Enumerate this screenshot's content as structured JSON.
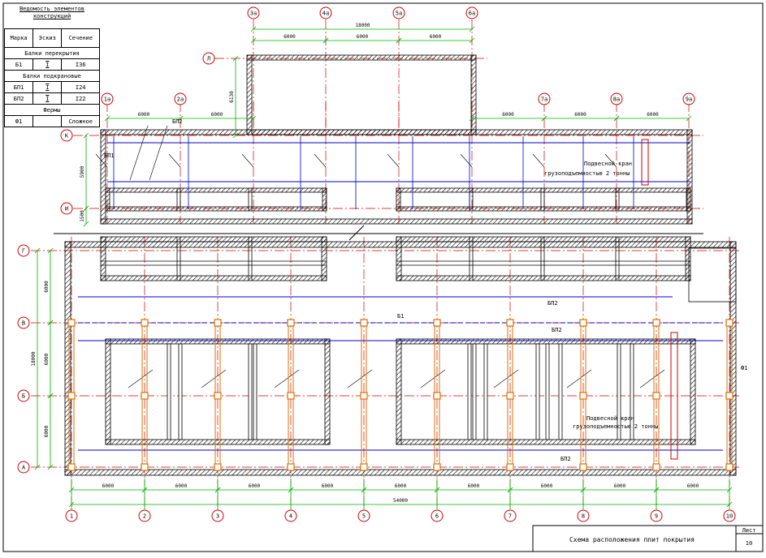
{
  "legend": {
    "title": "Ведомость элементов конструкций",
    "header": {
      "mark": "Марка",
      "sketch": "Эскиз",
      "section": "Сечение"
    },
    "groups": [
      {
        "title": "Балки перекрытия",
        "rows": [
          {
            "mark": "Б1",
            "sketch": "I",
            "section": "I36"
          }
        ]
      },
      {
        "title": "Балки подкрановые",
        "rows": [
          {
            "mark": "БП1",
            "sketch": "I",
            "section": "I24"
          },
          {
            "mark": "БП2",
            "sketch": "I",
            "section": "I22"
          }
        ]
      },
      {
        "title": "Фермы",
        "rows": [
          {
            "mark": "Ф1",
            "sketch": "",
            "section": "Сложное"
          }
        ]
      }
    ]
  },
  "axes_bottom": [
    "1",
    "2",
    "3",
    "4",
    "5",
    "6",
    "7",
    "8",
    "9",
    "10"
  ],
  "axes_top_upper": [
    "1а",
    "2а",
    "3а",
    "4а",
    "5а",
    "6а",
    "7а",
    "8а",
    "9а"
  ],
  "axes_left": [
    "Г",
    "В",
    "Б",
    "А"
  ],
  "axes_left_upper": [
    "Л",
    "К",
    "И"
  ],
  "dims": {
    "span": "6000",
    "total_bottom": "54000",
    "total_top": "18000",
    "left_total": "18000",
    "upper_left_a": "6130",
    "upper_left_b": "5900",
    "upper_left_c": "1500"
  },
  "labels": {
    "bp1": "БП1",
    "bp2": "БП2",
    "b1": "Б1",
    "f1": "Ф1",
    "crane_line1": "Подвесной кран",
    "crane_line2": "грузоподъемностью 2 тонны"
  },
  "title_block": {
    "title": "Схема расположения плит покрытия",
    "sheet_label": "Лист",
    "sheet_number": "10"
  },
  "colors": {
    "axis": "#d00000",
    "dimension": "#00b000",
    "beam": "#0000cc",
    "column": "#e07000"
  }
}
